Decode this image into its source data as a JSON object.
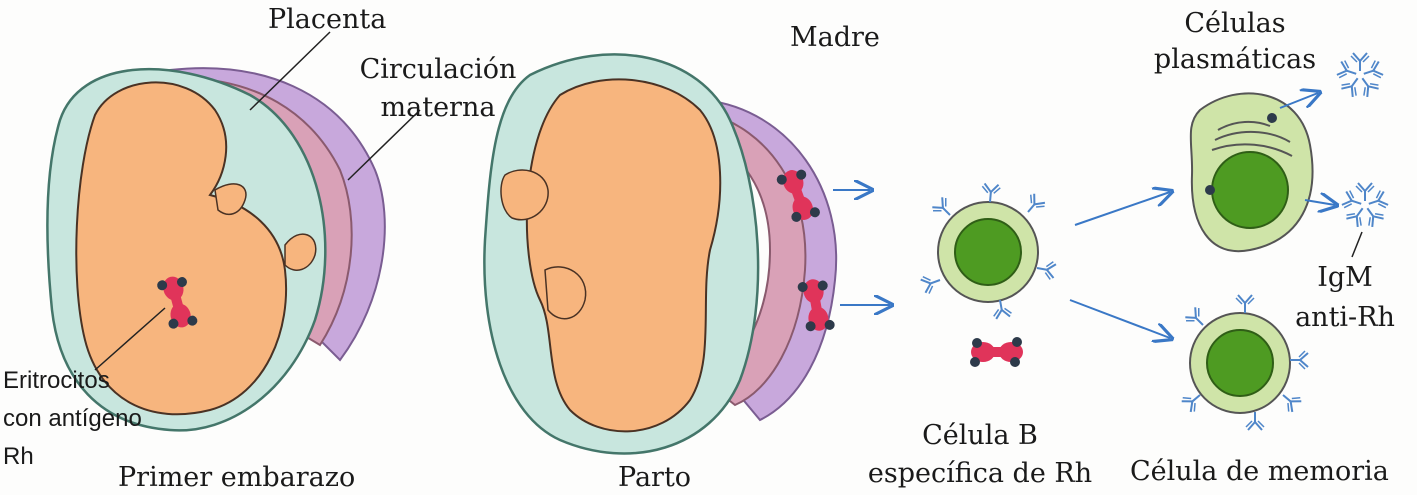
{
  "labels": {
    "placenta": "Placenta",
    "circulacion_1": "Circulación",
    "circulacion_2": "materna",
    "madre": "Madre",
    "celulas_1": "Células",
    "celulas_2": "plasmáticas",
    "eritrocitos_1": "Eritrocitos",
    "eritrocitos_2": "con antígeno",
    "eritrocitos_3": "Rh",
    "primer_embarazo": "Primer embarazo",
    "parto": "Parto",
    "celula_b_1": "Célula B",
    "celula_b_2": "específica de Rh",
    "igm_1": "IgM",
    "igm_2": "anti-Rh",
    "memoria": "Célula de memoria"
  },
  "colors": {
    "amniotic": "#c8e6de",
    "fetus": "#f7b57e",
    "placenta": "#d9a1b7",
    "maternal": "#c8a8dc",
    "erythrocyte": "#e0345a",
    "antigen": "#2d3a4a",
    "cell_outer": "#cfe4a8",
    "nucleus": "#4e9b22",
    "antibody": "#4f86c9",
    "arrow": "#3a78c6"
  }
}
